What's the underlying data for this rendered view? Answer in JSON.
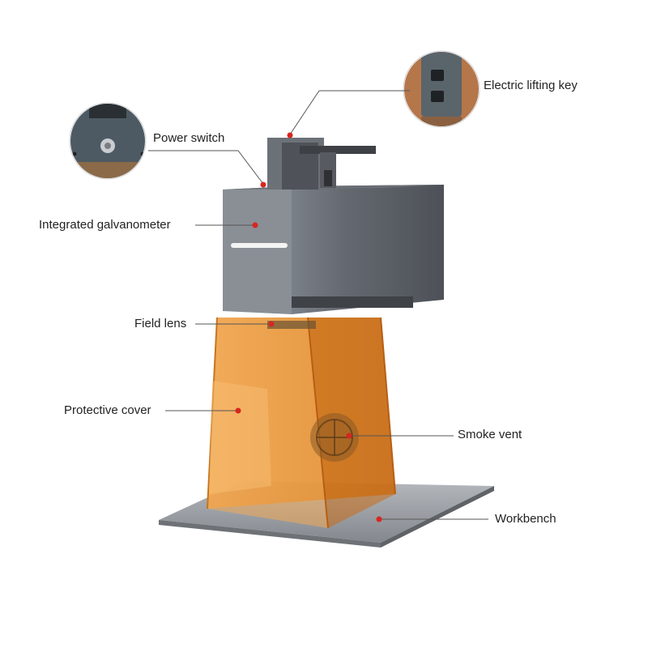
{
  "labels": {
    "power_switch": "Power switch",
    "electric_lifting_key": "Electric lifting key",
    "integrated_galvanometer": "Integrated galvanometer",
    "field_lens": "Field lens",
    "protective_cover": "Protective cover",
    "smoke_vent": "Smoke vent",
    "workbench": "Workbench"
  },
  "colors": {
    "machine_body": "#5b5f66",
    "machine_highlight": "#7b8088",
    "cover_orange": "#e08a1e",
    "workbench": "#9a9ea4",
    "accent_dot": "#d8261f"
  }
}
